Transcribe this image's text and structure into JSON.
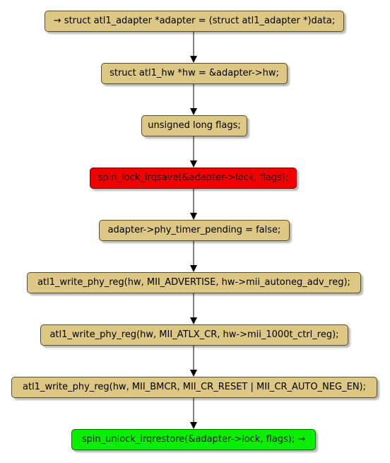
{
  "nodes": [
    {
      "id": "n1",
      "label": "→ struct atl1_adapter *adapter = (struct atl1_adapter *)data;",
      "fill": "#dcc784",
      "style": "normal"
    },
    {
      "id": "n2",
      "label": "struct atl1_hw *hw = &adapter->hw;",
      "fill": "#dcc784",
      "style": "normal"
    },
    {
      "id": "n3",
      "label": "unsigned long flags;",
      "fill": "#dcc784",
      "style": "normal"
    },
    {
      "id": "n4",
      "label": "spin_lock_irqsave(&adapter->lock, flags);",
      "fill": "#f20000",
      "style": "error"
    },
    {
      "id": "n5",
      "label": "adapter->phy_timer_pending = false;",
      "fill": "#dcc784",
      "style": "normal"
    },
    {
      "id": "n6",
      "label": "atl1_write_phy_reg(hw, MII_ADVERTISE, hw->mii_autoneg_adv_reg);",
      "fill": "#dcc784",
      "style": "normal"
    },
    {
      "id": "n7",
      "label": "atl1_write_phy_reg(hw, MII_ATLX_CR, hw->mii_1000t_ctrl_reg);",
      "fill": "#dcc784",
      "style": "normal"
    },
    {
      "id": "n8",
      "label": "atl1_write_phy_reg(hw, MII_BMCR, MII_CR_RESET | MII_CR_AUTO_NEG_EN);",
      "fill": "#dcc784",
      "style": "normal"
    },
    {
      "id": "n9",
      "label": "spin_unlock_irqrestore(&adapter->lock, flags); →",
      "fill": "#08f000",
      "style": "success"
    }
  ],
  "edges": [
    {
      "from": "n1",
      "to": "n2"
    },
    {
      "from": "n2",
      "to": "n3"
    },
    {
      "from": "n3",
      "to": "n4"
    },
    {
      "from": "n4",
      "to": "n5"
    },
    {
      "from": "n5",
      "to": "n6"
    },
    {
      "from": "n6",
      "to": "n7"
    },
    {
      "from": "n7",
      "to": "n8"
    },
    {
      "from": "n8",
      "to": "n9"
    }
  ],
  "colors": {
    "node_fill": "#dcc784",
    "node_border": "#5b4f2a",
    "error_fill": "#f20000",
    "success_fill": "#08f000",
    "edge": "#000000"
  }
}
